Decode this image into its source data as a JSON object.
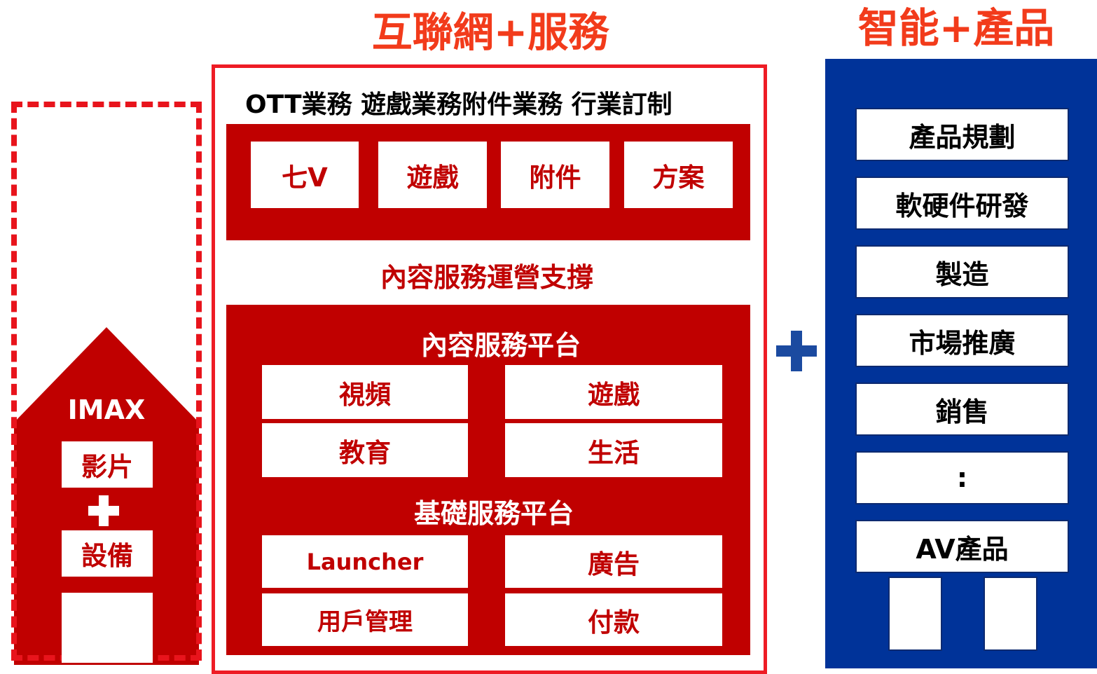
{
  "headings": {
    "internet_services": "互聯網+服務",
    "smart_products": "智能+產品"
  },
  "imax": {
    "label": "IMAX",
    "film": "影片",
    "equipment": "設備"
  },
  "middle": {
    "business_line": "OTT業務 遊戲業務附件業務 行業訂制",
    "top_items": [
      "七V",
      "遊戲",
      "附件",
      "方案"
    ],
    "ops_support": "內容服務運營支撐",
    "content_platform": {
      "title": "內容服務平台",
      "items": [
        "視頻",
        "遊戲",
        "教育",
        "生活"
      ]
    },
    "base_platform": {
      "title": "基礎服務平台",
      "items": [
        "Launcher",
        "廣告",
        "用戶管理",
        "付款"
      ]
    }
  },
  "right": {
    "items": [
      "產品規劃",
      "軟硬件研發",
      "製造",
      "市場推廣",
      "銷售",
      ":",
      "AV產品"
    ]
  },
  "colors": {
    "heading": "#f23b1b",
    "dark_red": "#c00000",
    "border_red": "#ee1c25",
    "blue": "#003399"
  }
}
